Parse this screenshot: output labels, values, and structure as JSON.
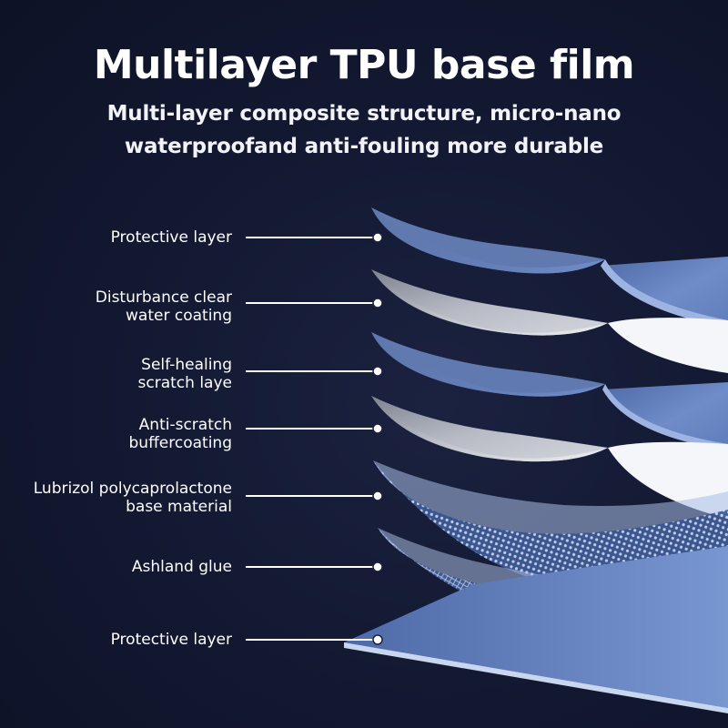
{
  "header": {
    "title": "Multilayer TPU base film",
    "subtitle_line1": "Multi-layer composite structure, micro-nano",
    "subtitle_line2": "waterproofand anti-fouling more durable"
  },
  "layers": [
    {
      "lines": [
        "Protective layer"
      ],
      "style": "blue"
    },
    {
      "lines": [
        "Disturbance clear",
        "water coating"
      ],
      "style": "gray"
    },
    {
      "lines": [
        "Self-healing",
        "scratch laye"
      ],
      "style": "blue"
    },
    {
      "lines": [
        "Anti-scratch",
        "buffercoating"
      ],
      "style": "gray"
    },
    {
      "lines": [
        "Lubrizol polycaprolactone",
        "base material"
      ],
      "style": "mesh"
    },
    {
      "lines": [
        "Ashland glue"
      ],
      "style": "mesh"
    },
    {
      "lines": [
        "Protective layer"
      ],
      "style": "flat"
    }
  ],
  "colors": {
    "background": "#121830",
    "text": "#ffffff",
    "layer_blue": "#5b79b8",
    "layer_gray": "#9aa0ad",
    "mesh": "#8fa8d8"
  }
}
